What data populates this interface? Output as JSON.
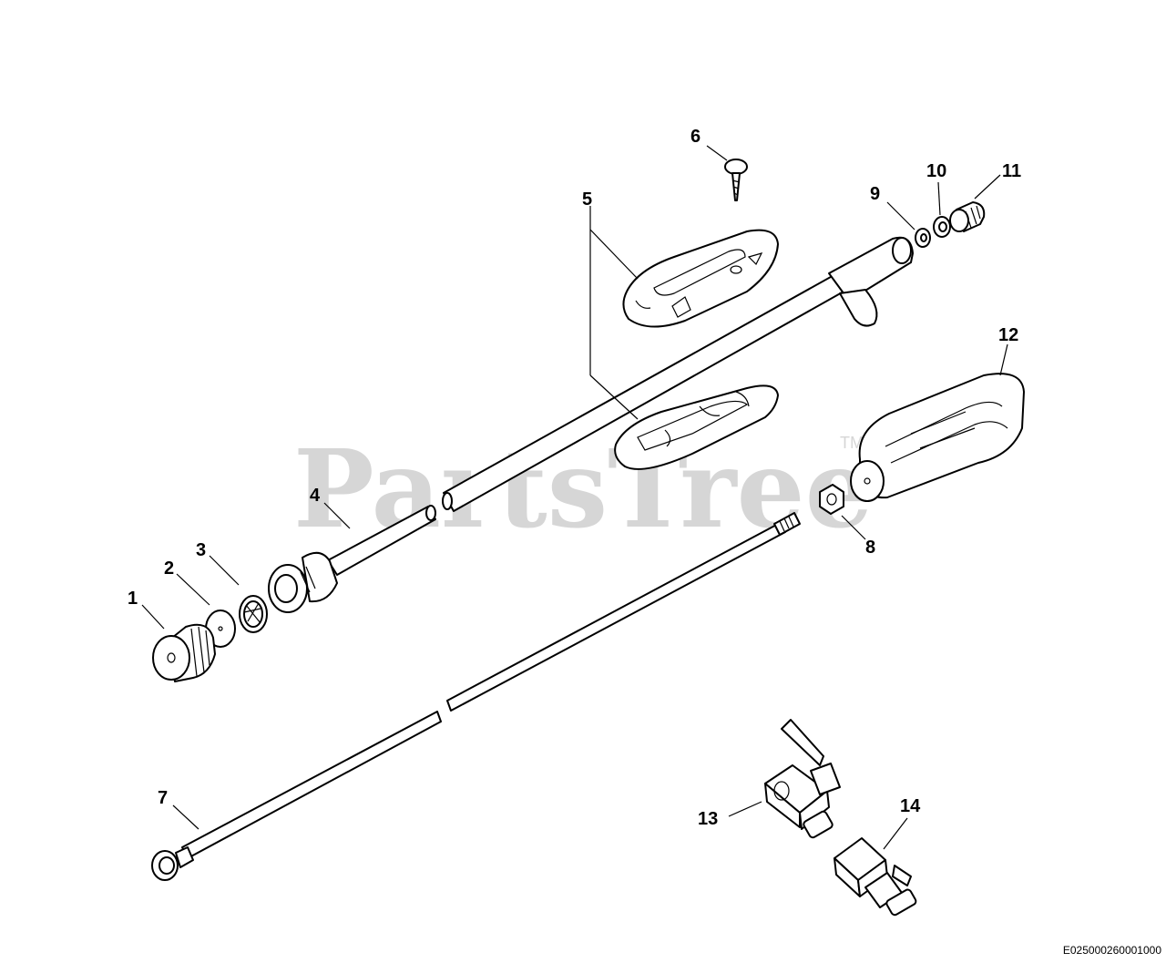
{
  "watermark": {
    "text": "PartsTree",
    "trademark": "TM"
  },
  "diagram_code": "E025000260001000",
  "callouts": {
    "c1": "1",
    "c2": "2",
    "c3": "3",
    "c4": "4",
    "c5": "5",
    "c6": "6",
    "c7": "7",
    "c8": "8",
    "c9": "9",
    "c10": "10",
    "c11": "11",
    "c12": "12",
    "c13": "13",
    "c14": "14"
  }
}
